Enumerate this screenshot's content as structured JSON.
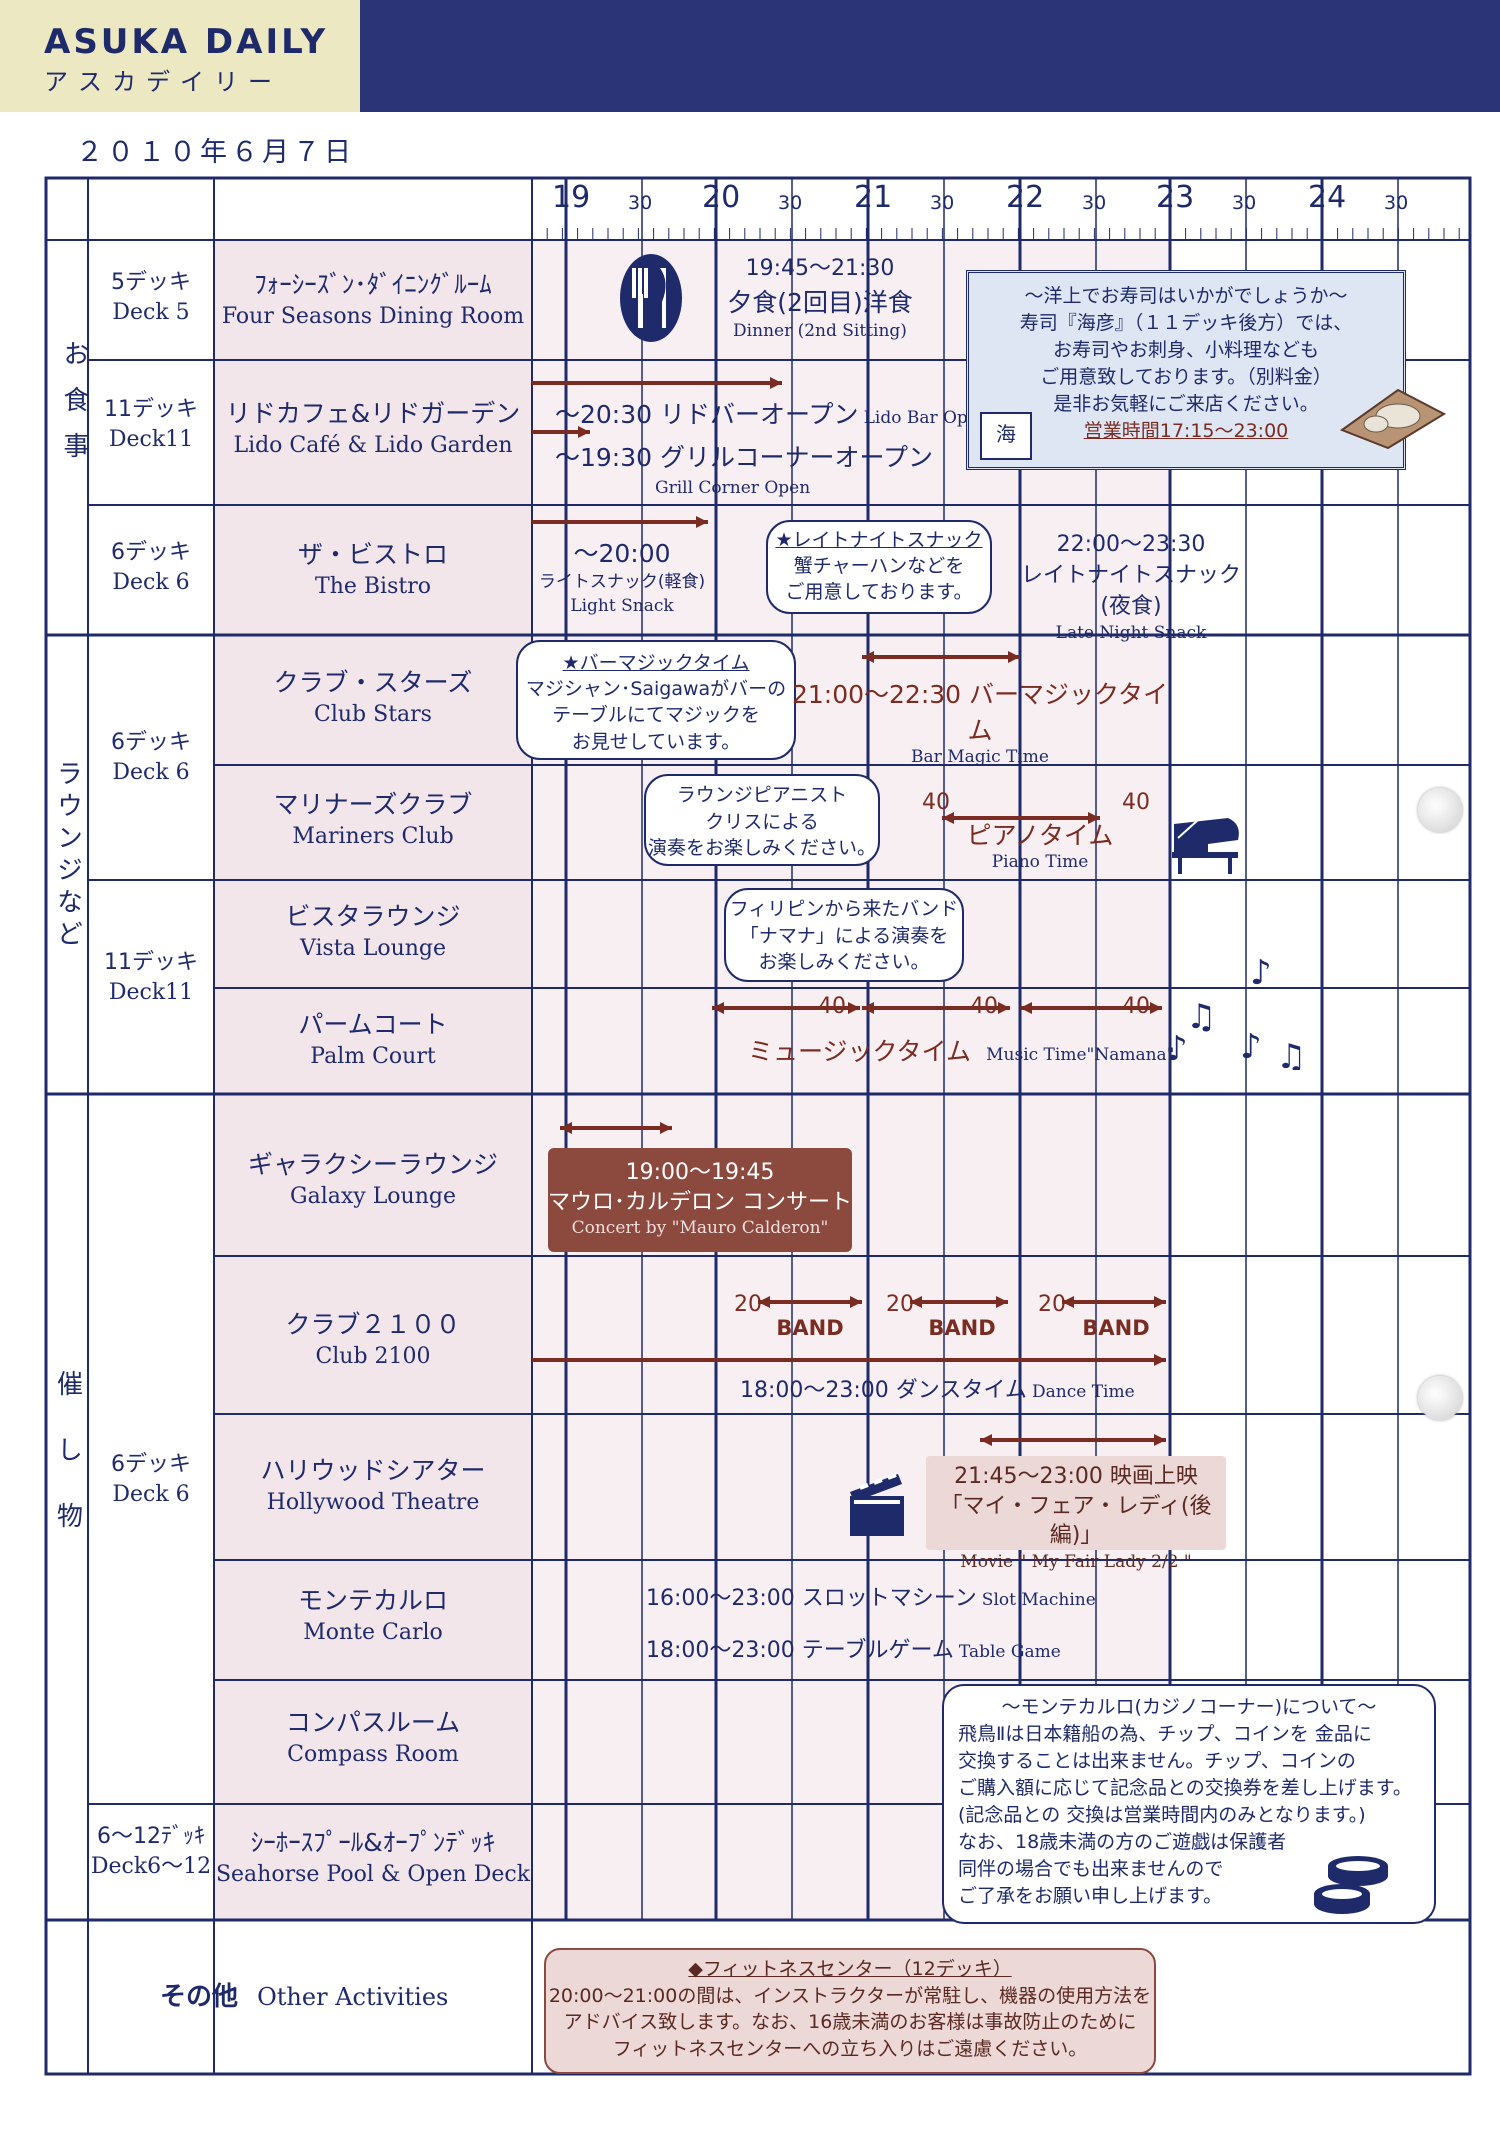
{
  "header": {
    "brand_en": "ASUKA DAILY",
    "brand_jp": "アスカデイリー",
    "date": "２０１０年６月７日"
  },
  "timeline": {
    "hours": [
      "19",
      "30",
      "20",
      "30",
      "21",
      "30",
      "22",
      "30",
      "23",
      "30",
      "24",
      "30"
    ]
  },
  "categories": [
    {
      "id": "dining",
      "label": "お食事"
    },
    {
      "id": "lounge",
      "label": "ラウンジなど"
    },
    {
      "id": "events",
      "label": "催し物"
    }
  ],
  "decks": {
    "d5": {
      "jp": "5デッキ",
      "en": "Deck 5"
    },
    "d11a": {
      "jp": "11デッキ",
      "en": "Deck11"
    },
    "d6a": {
      "jp": "6デッキ",
      "en": "Deck 6"
    },
    "d6b": {
      "jp": "6デッキ",
      "en": "Deck 6"
    },
    "d11b": {
      "jp": "11デッキ",
      "en": "Deck11"
    },
    "d6c": {
      "jp": "6デッキ",
      "en": "Deck 6"
    },
    "d612": {
      "jp": "6～12ﾃﾞｯｷ",
      "en": "Deck6～12"
    }
  },
  "venues": {
    "four": {
      "jp": "ﾌｫｰｼｰｽﾞﾝ･ﾀﾞｲﾆﾝｸﾞﾙｰﾑ",
      "en": "Four Seasons Dining Room"
    },
    "lido": {
      "jp": "リドカフェ&リドガーデン",
      "en": "Lido Café & Lido Garden"
    },
    "bistro": {
      "jp": "ザ・ビストロ",
      "en": "The Bistro"
    },
    "stars": {
      "jp": "クラブ・スターズ",
      "en": "Club Stars"
    },
    "mariners": {
      "jp": "マリナーズクラブ",
      "en": "Mariners Club"
    },
    "vista": {
      "jp": "ビスタラウンジ",
      "en": "Vista Lounge"
    },
    "palm": {
      "jp": "パームコート",
      "en": "Palm Court"
    },
    "galaxy": {
      "jp": "ギャラクシーラウンジ",
      "en": "Galaxy Lounge"
    },
    "club2100": {
      "jp": "クラブ２１００",
      "en": "Club 2100"
    },
    "hollywood": {
      "jp": "ハリウッドシアター",
      "en": "Hollywood Theatre"
    },
    "monte": {
      "jp": "モンテカルロ",
      "en": "Monte Carlo"
    },
    "compass": {
      "jp": "コンパスルーム",
      "en": "Compass Room"
    },
    "seahorse": {
      "jp": "ｼｰﾎｰｽﾌﾟｰﾙ&ｵｰﾌﾟﾝﾃﾞｯｷ",
      "en": "Seahorse Pool & Open Deck"
    },
    "other": {
      "jp": "その他",
      "en": "Other Activities"
    }
  },
  "events": {
    "dinner": {
      "time": "19:45～21:30",
      "jp": "夕食(2回目)洋食",
      "en": "Dinner (2nd Sitting)"
    },
    "lidobar": {
      "text": "～20:30 リドバーオープン",
      "en": "Lido Bar Open"
    },
    "grill": {
      "text": "～19:30 グリルコーナーオープン",
      "en": "Grill Corner Open"
    },
    "lightsnack": {
      "time": "～20:00",
      "jp": "ライトスナック(軽食)",
      "en": "Light Snack"
    },
    "latenight": {
      "time": "22:00～23:30",
      "jp": "レイトナイトスナック(夜食)",
      "en": "Late Night Snack"
    },
    "barmagic": {
      "text": "21:00～22:30 バーマジックタイム",
      "en": "Bar Magic Time"
    },
    "piano": {
      "jp": "ピアノタイム",
      "en": "Piano Time",
      "left": "40",
      "right": "40"
    },
    "music": {
      "jp": "ミュージックタイム",
      "en": "Music Time\"Namana\"",
      "m1": "40",
      "m2": "40",
      "m3": "40"
    },
    "concert": {
      "time": "19:00～19:45",
      "jp": "マウロ･カルデロン コンサート",
      "en": "Concert by \"Mauro Calderon\""
    },
    "band": {
      "label": "BAND",
      "n1": "20",
      "n2": "20",
      "n3": "20"
    },
    "dance": {
      "text": "18:00～23:00 ダンスタイム",
      "en": "Dance Time"
    },
    "movie": {
      "time": "21:45～23:00 映画上映",
      "jp": "「マイ・フェア・レディ(後編)」",
      "en": "Movie \" My Fair Lady 2/2 \""
    },
    "slot": {
      "text": "16:00～23:00 スロットマシーン",
      "en": "Slot Machine"
    },
    "table": {
      "text": "18:00～23:00 テーブルゲーム",
      "en": "Table Game"
    }
  },
  "notes": {
    "sushi": {
      "l1": "～洋上でお寿司はいかがでしょうか～",
      "l2": "寿司『海彦』（１１デッキ後方）では、",
      "l3": "お寿司やお刺身、小料理なども",
      "l4": "ご用意致しております。（別料金）",
      "l5": "是非お気軽にご来店ください。",
      "l6": "営業時間17:15～23:00"
    },
    "latenight": {
      "l1": "★レイトナイトスナック",
      "l2": "蟹チャーハンなどを",
      "l3": "ご用意しております。"
    },
    "barmagic": {
      "l1": "★バーマジックタイム",
      "l2": "マジシャン･Saigawaがバーの",
      "l3": "テーブルにてマジックを",
      "l4": "お見せしています。"
    },
    "pianist": {
      "l1": "ラウンジピアニスト",
      "l2": "クリスによる",
      "l3": "演奏をお楽しみください。"
    },
    "band": {
      "l1": "フィリピンから来たバンド",
      "l2": "「ナマナ」による演奏を",
      "l3": "お楽しみください。"
    },
    "casino": {
      "l1": "～モンテカルロ(カジノコーナー)について～",
      "l2": "飛鳥Ⅱは日本籍船の為、チップ、コインを 金品に",
      "l3": "交換することは出来ません。チップ、コインの",
      "l4": "ご購入額に応じて記念品との交換券を差し上げます。",
      "l5": "(記念品との 交換は営業時間内のみとなります。)",
      "l6": "なお、18歳未満の方のご遊戯は保護者",
      "l7": "同伴の場合でも出来ませんので",
      "l8": "ご了承をお願い申し上げます。"
    },
    "fitness": {
      "l1": "◆フィットネスセンター（12デッキ）",
      "l2": "20:00～21:00の間は、インストラクターが常駐し、機器の使用方法を",
      "l3": "アドバイス致します。なお、16歳未満のお客様は事故防止のために",
      "l4": "フィットネスセンターへの立ち入りはご遠慮ください。"
    }
  },
  "colors": {
    "navy": "#1f2a6b",
    "rowPink": "#f3e6ea",
    "arrow": "#7a2c22",
    "boxRed": "#8c4a3f",
    "boxPink": "#ecd8d6",
    "header": "#ece8c2"
  }
}
